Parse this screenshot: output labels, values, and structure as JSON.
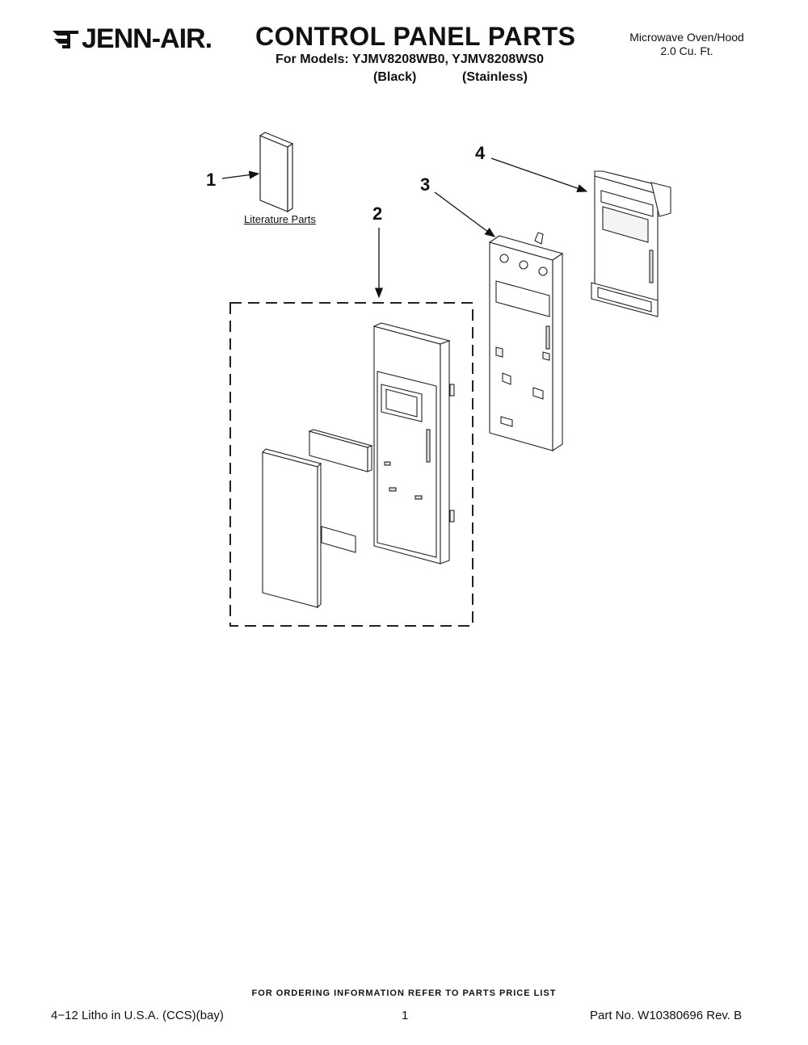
{
  "header": {
    "brand": "JENN-AIR.",
    "title": "CONTROL PANEL PARTS",
    "models": "For Models: YJMV8208WB0, YJMV8208WS0",
    "variant_1": "(Black)",
    "variant_2": "(Stainless)",
    "product_line1": "Microwave Oven/Hood",
    "product_line2": "2.0 Cu. Ft."
  },
  "diagram": {
    "callouts": [
      "1",
      "2",
      "3",
      "4"
    ],
    "literature_label": "Literature Parts"
  },
  "footer": {
    "ordering_note": "FOR ORDERING INFORMATION REFER TO PARTS PRICE LIST",
    "litho": "4−12 Litho in U.S.A. (CCS)(bay)",
    "page": "1",
    "part_no": "Part No. W10380696 Rev. B"
  }
}
